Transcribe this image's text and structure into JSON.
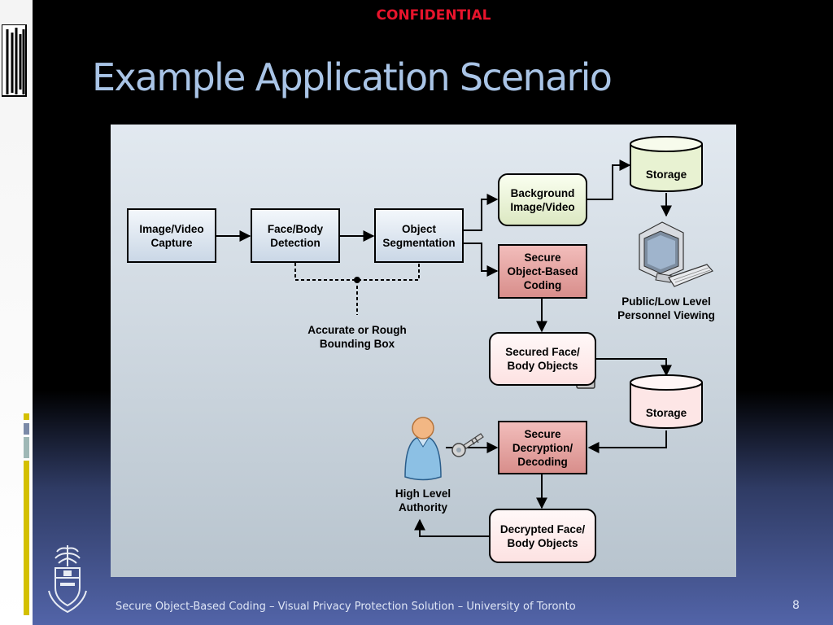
{
  "header": {
    "confidential": "CONFIDENTIAL",
    "title": "Example Application Scenario"
  },
  "diagram": {
    "capture": "Image/Video\nCapture",
    "detection": "Face/Body\nDetection",
    "segmentation": "Object\nSegmentation",
    "background": "Background\nImage/Video",
    "secure_coding": "Secure\nObject-Based\nCoding",
    "storage_top": "Storage",
    "public_viewing": "Public/Low Level\nPersonnel Viewing",
    "bounding_box": "Accurate or Rough\nBounding Box",
    "secured_objects": "Secured Face/\nBody Objects",
    "storage_bottom": "Storage",
    "decryption": "Secure\nDecryption/\nDecoding",
    "high_level": "High Level\nAuthority",
    "decrypted_objects": "Decrypted Face/\nBody Objects"
  },
  "footer": {
    "text": "Secure Object-Based Coding – Visual Privacy Protection Solution  – University of Toronto",
    "page_number": "8"
  },
  "colors": {
    "confidential": "#e8142c",
    "title": "#a9c4e6",
    "coding_box": "#d88e8b",
    "background_box": "#dce8c2",
    "accent_yellow": "#d4c000"
  },
  "icons": [
    "document-icon",
    "computer-icon",
    "lock-icon",
    "key-icon",
    "person-icon",
    "university-crest-icon"
  ]
}
